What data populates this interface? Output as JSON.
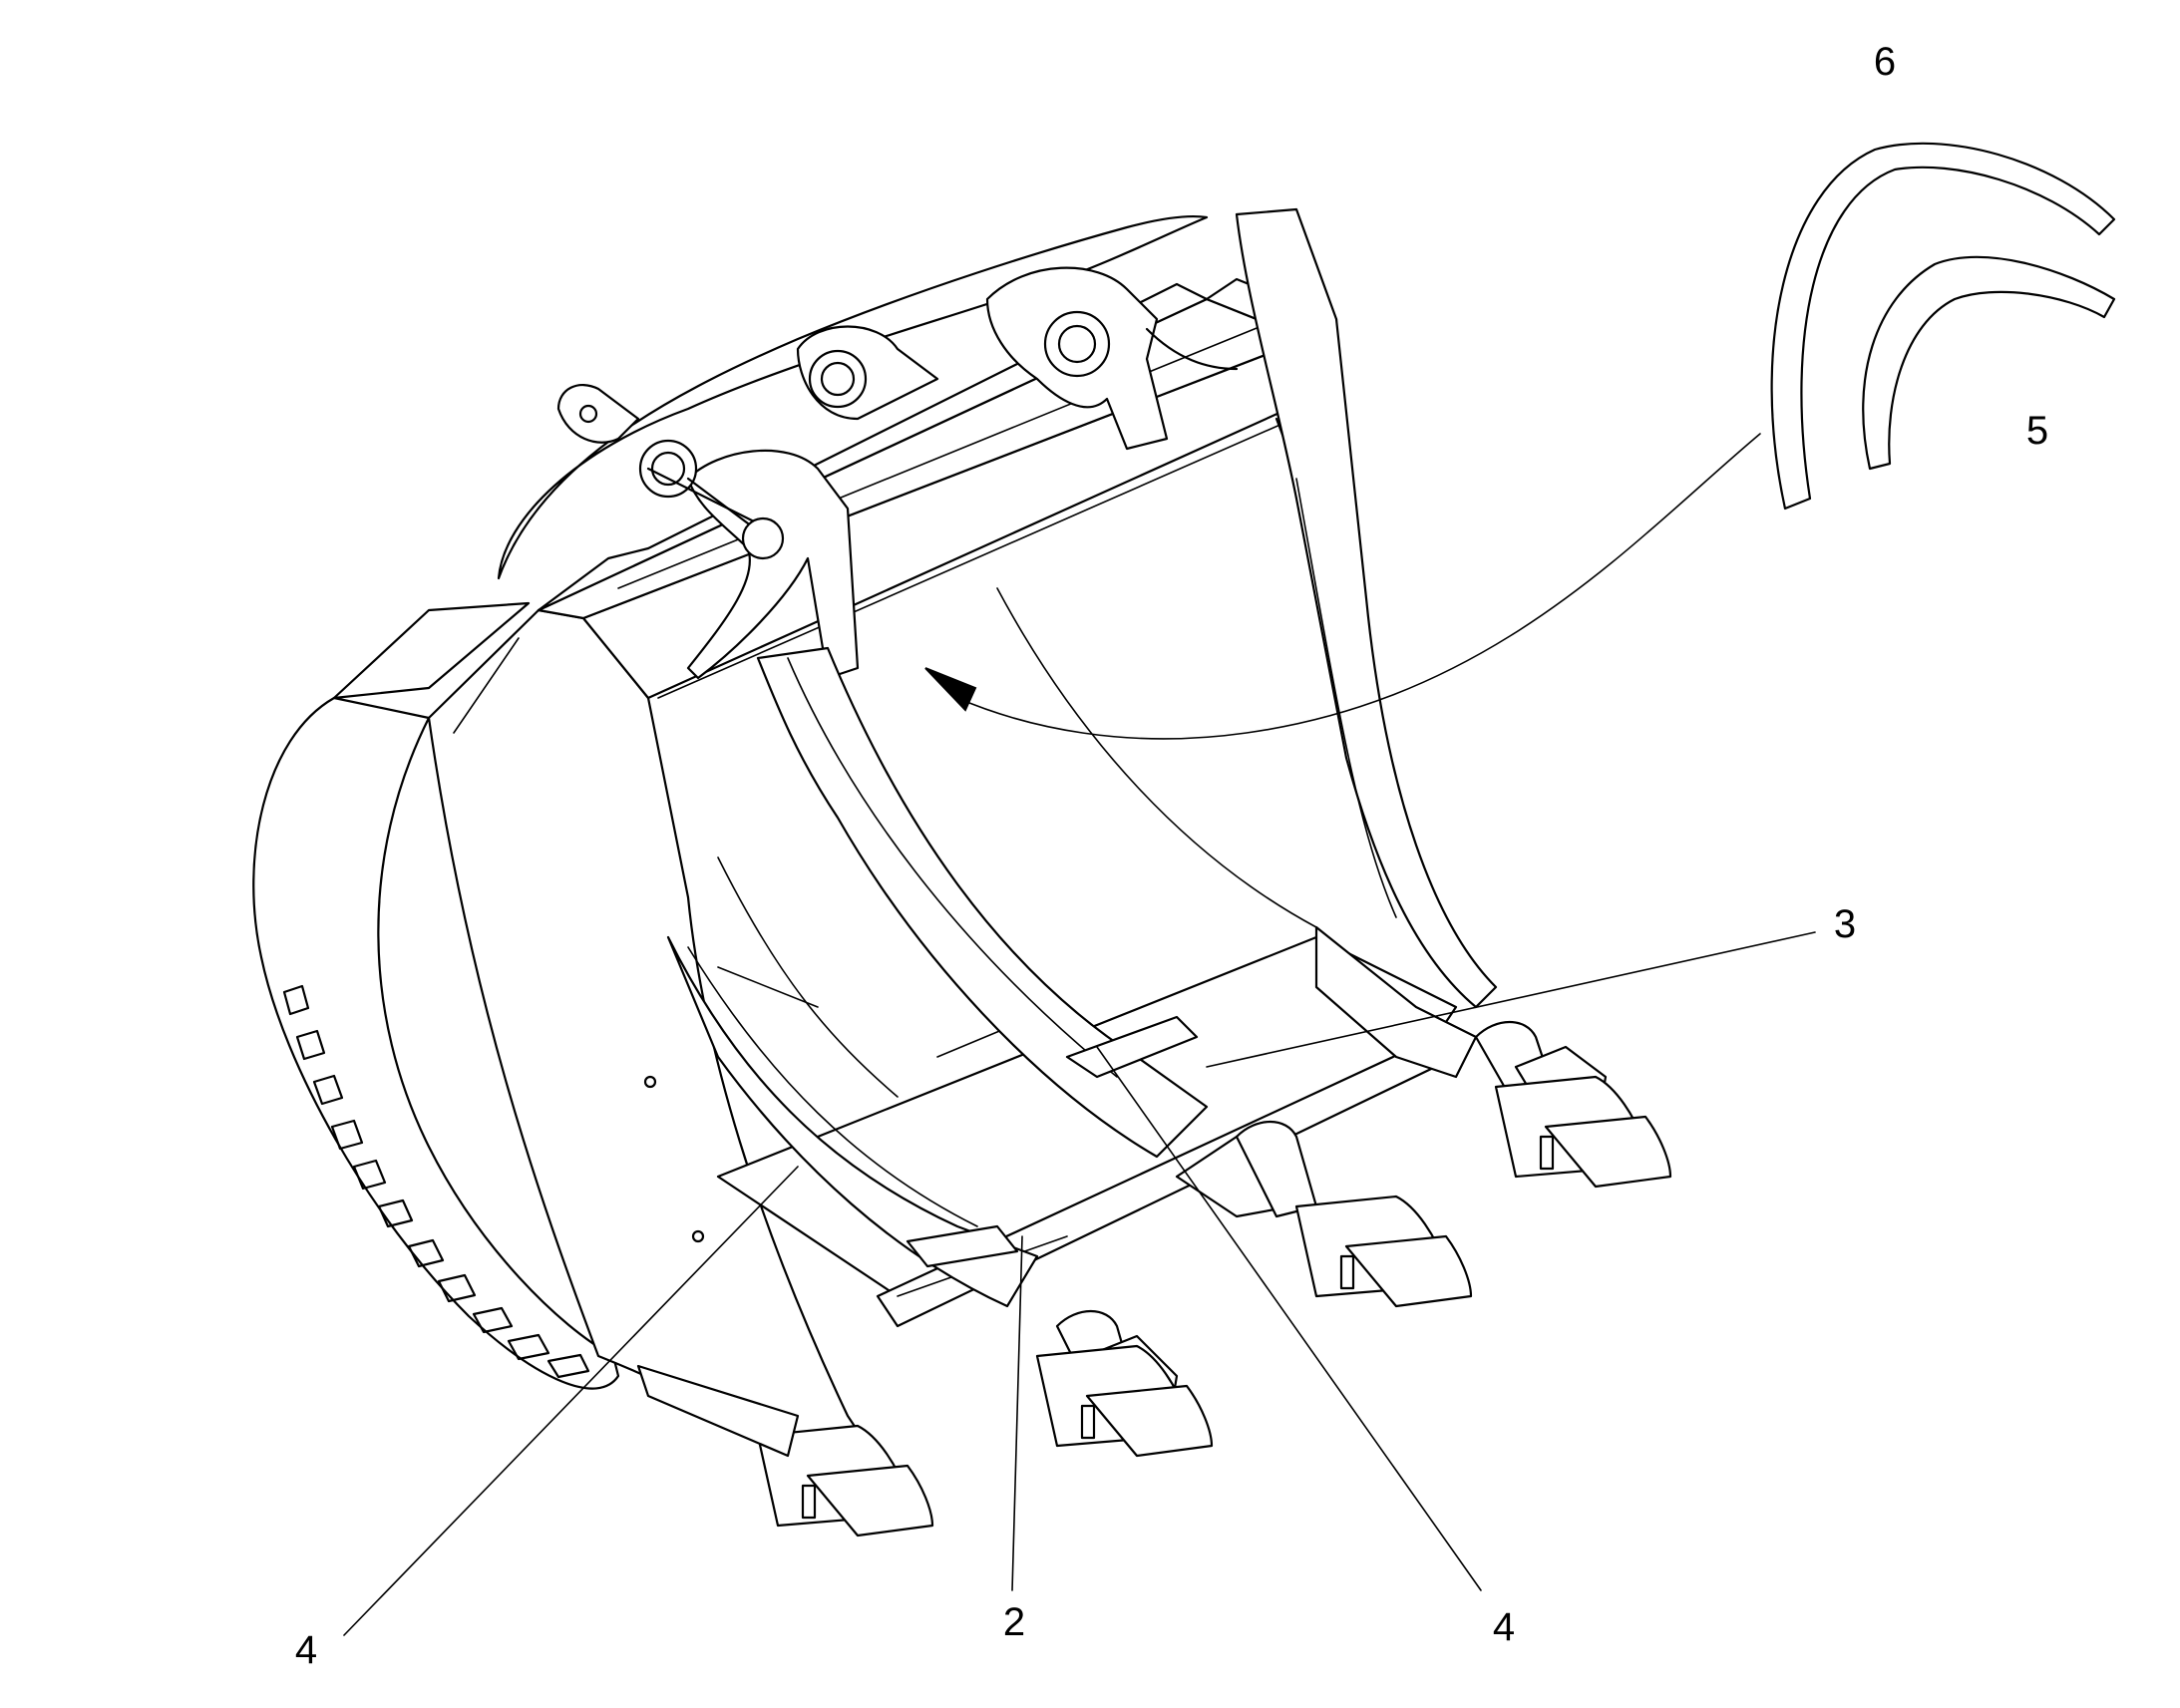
{
  "figure": {
    "background": "#ffffff",
    "line_color": "#000000"
  },
  "callouts": {
    "c2": "2",
    "c3": "3",
    "c4_left": "4",
    "c4_right": "4",
    "c5": "5",
    "c6": "6"
  }
}
